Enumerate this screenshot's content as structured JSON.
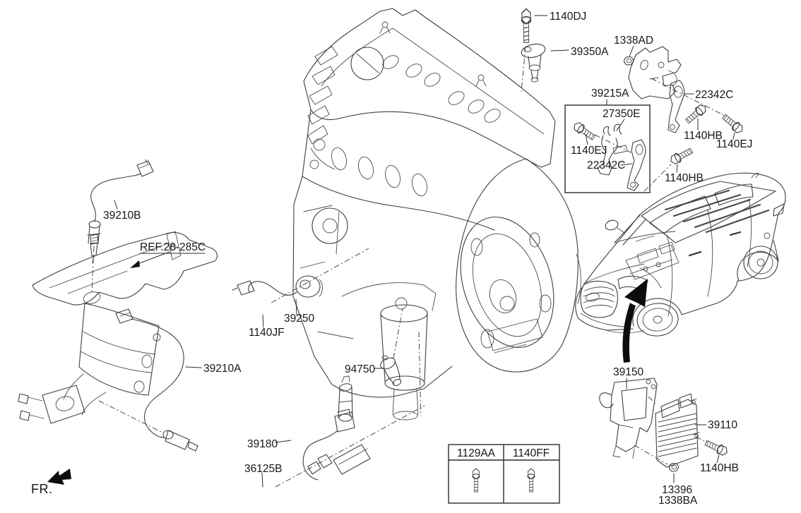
{
  "diagram": {
    "fr_label": "FR.",
    "reference_label": "REF.28-285C",
    "labels": {
      "bolt_1140dj": "1140DJ",
      "camshaft_sensor_39350a": "39350A",
      "nut_1338ad": "1338AD",
      "bracket_assembly_39215a": "39215A",
      "clip_27350e": "27350E",
      "bracket_22342c_upper": "22342C",
      "bolt_1140hb_upper": "1140HB",
      "bolt_1140ej_upper": "1140EJ",
      "bolt_1140ej_boxed": "1140EJ",
      "bracket_22342c_boxed": "22342C",
      "bolt_1140hb_middle": "1140HB",
      "oxygen_sensor_39210b": "39210B",
      "knock_sensor_39250": "39250",
      "bolt_1140jf": "1140JF",
      "oxygen_sensor_39210a": "39210A",
      "oil_pressure_switch_94750": "94750",
      "crankshaft_sensor_39180": "39180",
      "bolt_36125b": "36125B",
      "ecu_bracket_39150": "39150",
      "ecu_39110": "39110",
      "bolt_1140hb_lower": "1140HB",
      "nut_13396": "13396",
      "nut_1338ba": "1338BA"
    },
    "fastener_table": {
      "columns": [
        "1129AA",
        "1140FF"
      ]
    }
  }
}
